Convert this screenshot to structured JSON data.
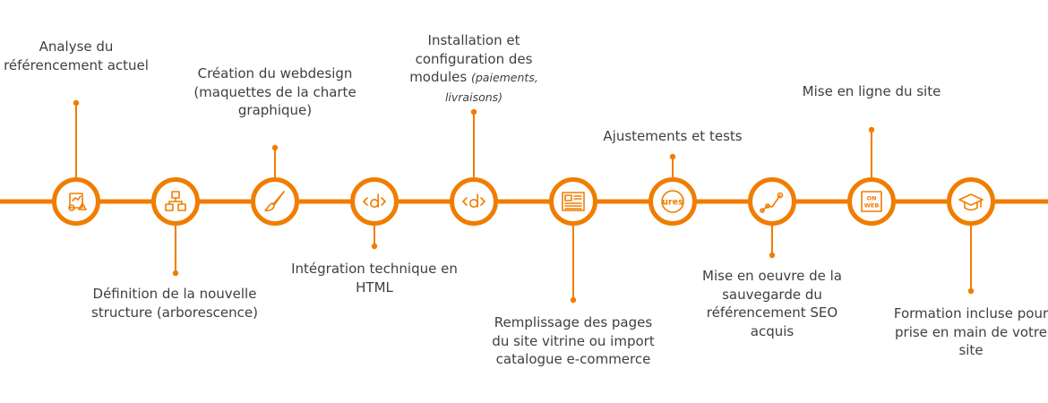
{
  "colors": {
    "accent": "#f07d00",
    "text": "#3f3f3f"
  },
  "steps": [
    {
      "icon": "seo-analysis-icon",
      "position": "top",
      "label": "Analyse du référencement actuel",
      "note": ""
    },
    {
      "icon": "sitemap-icon",
      "position": "bottom",
      "label": "Définition de la nouvelle structure (arborescence)",
      "note": ""
    },
    {
      "icon": "paintbrush-icon",
      "position": "top",
      "label": "Création du webdesign (maquettes de la charte graphique)",
      "note": ""
    },
    {
      "icon": "code-tag-icon",
      "position": "bottom",
      "label": "Intégration technique en HTML",
      "note": ""
    },
    {
      "icon": "code-tag-icon",
      "position": "top",
      "label": "Installation et configuration des modules",
      "note": "(paiements, livraisons)"
    },
    {
      "icon": "page-layout-icon",
      "position": "bottom",
      "label": "Remplissage des pages du site vitrine ou import catalogue e-commerce",
      "note": ""
    },
    {
      "icon": "badge-icon",
      "position": "top",
      "label": "Ajustements et tests",
      "note": "",
      "icon_text": "ures"
    },
    {
      "icon": "growth-line-icon",
      "position": "bottom",
      "label": "Mise en oeuvre de la sauvegarde du référencement SEO acquis",
      "note": ""
    },
    {
      "icon": "on-web-icon",
      "position": "top",
      "label": "Mise en ligne du site",
      "note": "",
      "icon_text": [
        "ON",
        "WEB"
      ]
    },
    {
      "icon": "graduation-cap-icon",
      "position": "bottom",
      "label": "Formation incluse pour prise en main de votre site",
      "note": ""
    }
  ]
}
